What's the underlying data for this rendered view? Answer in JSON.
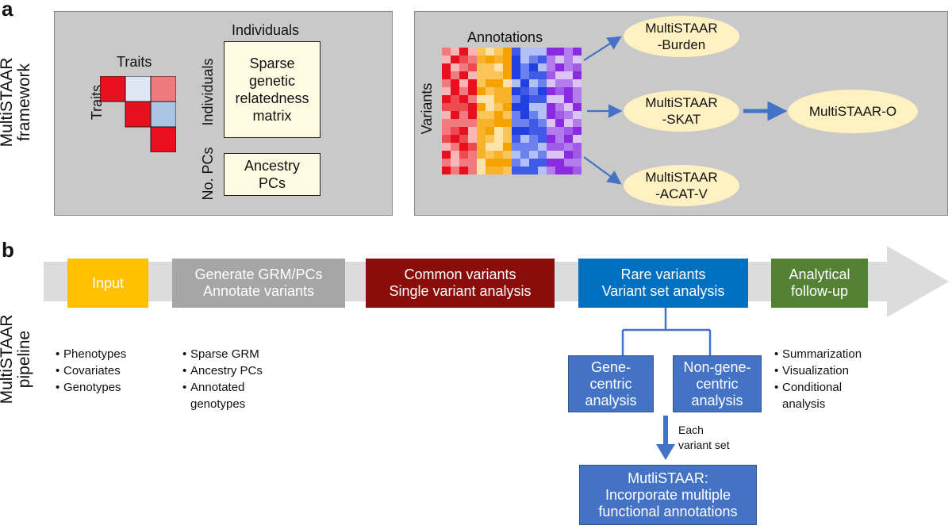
{
  "panel_a": {
    "letter": "a",
    "side_label": [
      "MultiSTAAR",
      "framework"
    ],
    "left": {
      "traits_top": "Traits",
      "traits_side": "Traits",
      "individuals_top": "Individuals",
      "individuals_side": "Individuals",
      "pcs_side": "No. PCs",
      "grm_box": [
        "Sparse",
        "genetic",
        "relatedness",
        "matrix"
      ],
      "pcs_box": [
        "Ancestry",
        "PCs"
      ],
      "trait_matrix_colors": [
        "#e8101e",
        "#dde8f4",
        "#ef7a7d",
        "#e8101e",
        "#a9c5e3",
        "#e8101e"
      ]
    },
    "right": {
      "annotations_label": "Annotations",
      "variants_label": "Variants",
      "burden": [
        "MultiSTAAR",
        "-Burden"
      ],
      "skat": [
        "MultiSTAAR",
        "-SKAT"
      ],
      "acatv": [
        "MultiSTAAR",
        "-ACAT-V"
      ],
      "omnibus": "MultiSTAAR-O"
    }
  },
  "panel_b": {
    "letter": "b",
    "side_label": [
      "MultiSTAAR",
      "pipeline"
    ],
    "stages": [
      {
        "lines": [
          "Input"
        ],
        "color": "#ffc000"
      },
      {
        "lines": [
          "Generate GRM/PCs",
          "Annotate variants"
        ],
        "color": "#a6a6a6"
      },
      {
        "lines": [
          "Common variants",
          "Single variant analysis"
        ],
        "color": "#8b0d0b"
      },
      {
        "lines": [
          "Rare variants",
          "Variant set analysis"
        ],
        "color": "#0070c0"
      },
      {
        "lines": [
          "Analytical",
          "follow-up"
        ],
        "color": "#548235"
      }
    ],
    "bullets_input": [
      "Phenotypes",
      "Covariates",
      "Genotypes"
    ],
    "bullets_grm": [
      "Sparse GRM",
      "Ancestry PCs",
      "Annotated",
      "genotypes"
    ],
    "bullets_followup": [
      "Summarization",
      "Visualization",
      "Conditional",
      "analysis"
    ],
    "gene_centric": [
      "Gene-",
      "centric",
      "analysis"
    ],
    "non_gene_centric": [
      "Non-gene-",
      "centric",
      "analysis"
    ],
    "each_variant_set": [
      "Each",
      "variant set"
    ],
    "final_box": [
      "MutliSTAAR:",
      "Incorporate multiple",
      "functional annotations"
    ]
  }
}
